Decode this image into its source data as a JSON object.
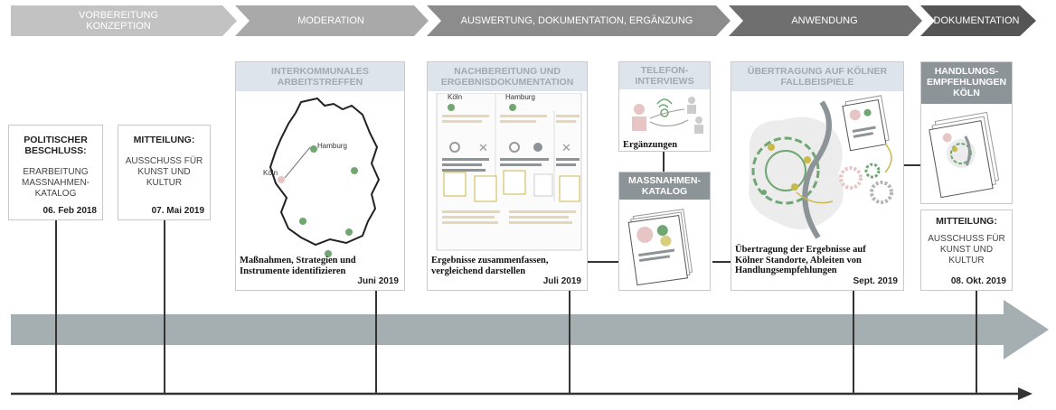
{
  "phases": [
    {
      "line1": "VORBEREITUNG",
      "line2": "KONZEPTION"
    },
    {
      "line1": "MODERATION",
      "line2": ""
    },
    {
      "line1": "AUSWERTUNG, DOKUMENTATION, ERGÄNZUNG",
      "line2": ""
    },
    {
      "line1": "ANWENDUNG",
      "line2": ""
    },
    {
      "line1": "DOKUMENTATION",
      "line2": ""
    }
  ],
  "left_cards": [
    {
      "title": "POLITISCHER\nBESCHLUSS:",
      "text": "ERARBEITUNG\nMASSNAHMEN-\nKATALOG",
      "date": "06. Feb 2018"
    },
    {
      "title": "MITTEILUNG:",
      "text": "AUSSCHUSS FÜR\nKUNST UND\nKULTUR",
      "date": "07. Mai 2019"
    }
  ],
  "box1": {
    "header": "INTERKOMMUNALES\nARBEITSTREFFEN",
    "hamburg": "Hamburg",
    "koeln": "Köln",
    "caption": "Maßnahmen, Strategien und\nInstrumente identifizieren",
    "date": "Juni 2019"
  },
  "box2": {
    "header": "NACHBEREITUNG UND\nERGEBNISDOKUMENTATION",
    "koeln": "Köln",
    "hamburg": "Hamburg",
    "caption": "Ergebnisse zusammenfassen,\nvergleichend  darstellen",
    "date": "Juli 2019"
  },
  "box3": {
    "header": "TELEFON-\nINTERVIEWS",
    "caption": "Ergänzungen"
  },
  "box4": {
    "header": "MASSNAHMEN-\nKATALOG"
  },
  "box5": {
    "header": "ÜBERTRAGUNG AUF KÖLNER\nFALLBEISPIELE",
    "caption": "Übertragung der Ergebnisse auf\nKölner Standorte, Ableiten von\nHandlungsempfehlungen",
    "date": "Sept. 2019"
  },
  "box6": {
    "header": "HANDLUNGS-\nEMPFEHLUNGEN\nKÖLN"
  },
  "box7": {
    "title": "MITTEILUNG:",
    "text": "AUSSCHUSS FÜR\nKUNST UND\nKULTUR",
    "date": "08. Okt. 2019"
  },
  "colors": {
    "phase1": "#c2c2c2",
    "phase2": "#a9a9a9",
    "phase3": "#8c8c8c",
    "phase4": "#6f6f6f",
    "phase5": "#555555",
    "band": "#a5aeb1",
    "green": "#6fa672",
    "pink": "#e7c5c4",
    "olive": "#c9b948"
  }
}
